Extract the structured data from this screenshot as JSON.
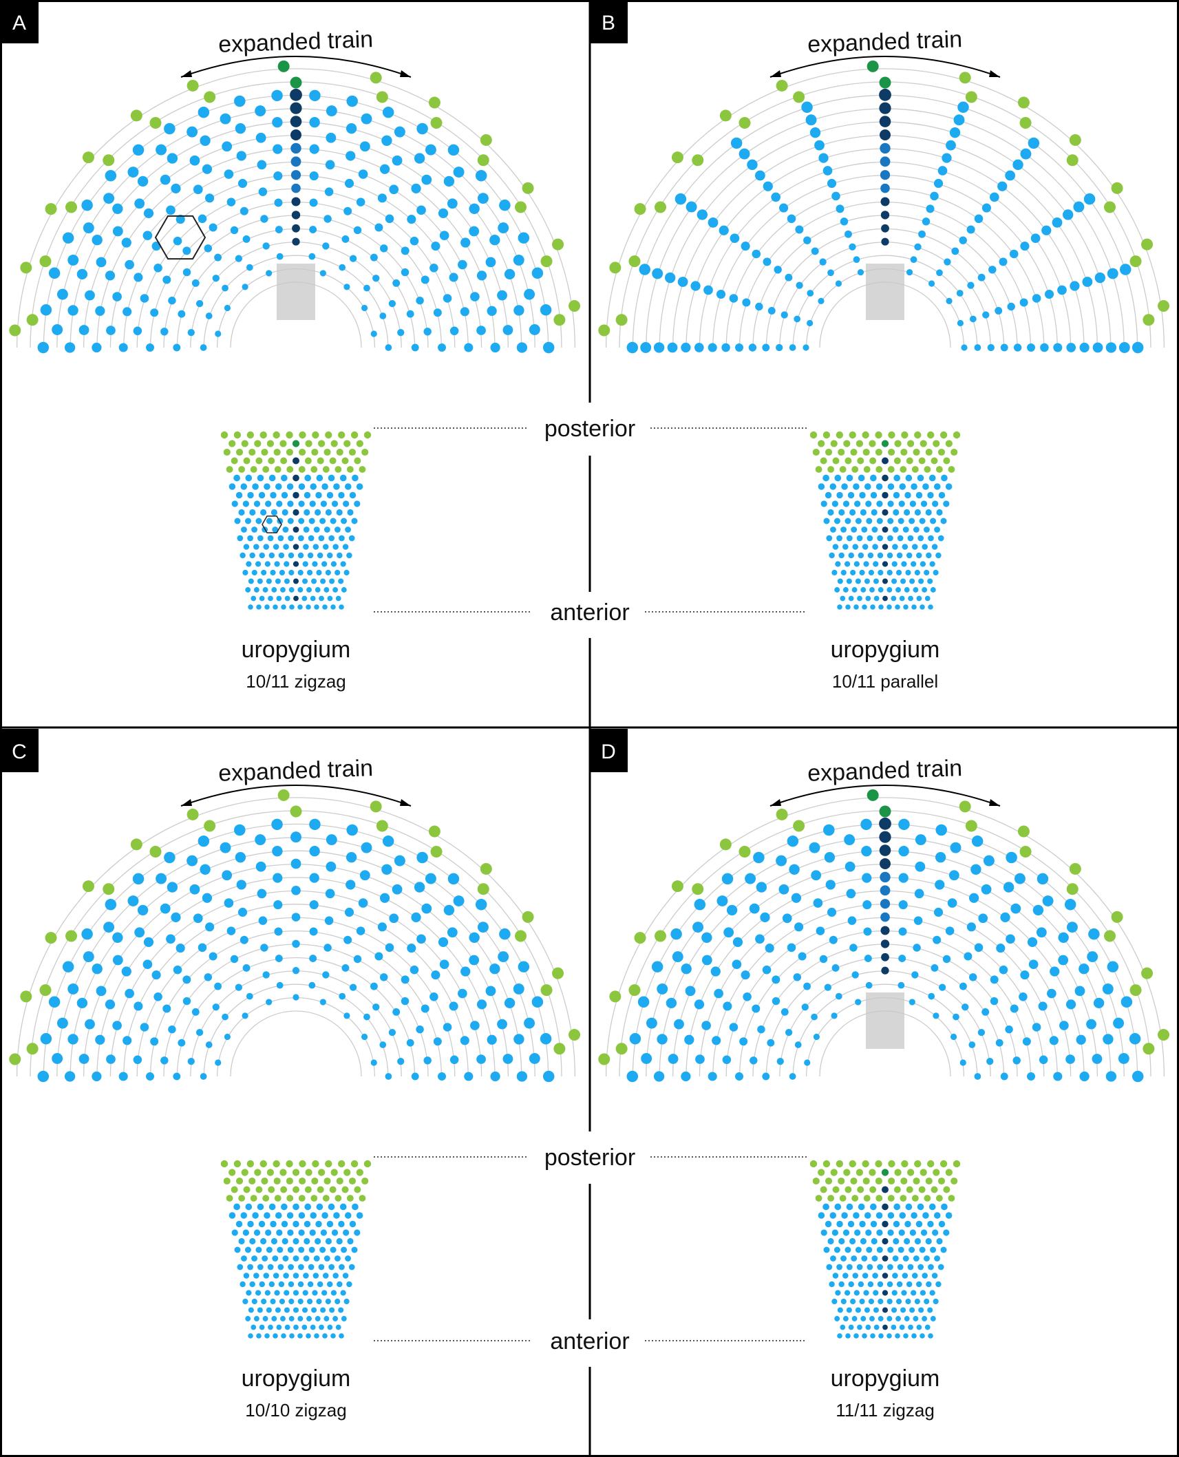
{
  "figure": {
    "panels": [
      {
        "letter": "A",
        "train_label": "expanded train",
        "caption": "uropygium",
        "pattern": "10/11 zigzag",
        "layout": "zigzag",
        "mid_col": true,
        "hex": true,
        "shade": true
      },
      {
        "letter": "B",
        "train_label": "expanded train",
        "caption": "uropygium",
        "pattern": "10/11 parallel",
        "layout": "parallel",
        "mid_col": true,
        "hex": false,
        "shade": true
      },
      {
        "letter": "C",
        "train_label": "expanded train",
        "caption": "uropygium",
        "pattern": "10/10 zigzag",
        "layout": "zigzag",
        "mid_col": false,
        "hex": false,
        "shade": false
      },
      {
        "letter": "D",
        "train_label": "expanded train",
        "caption": "uropygium",
        "pattern": "11/11 zigzag",
        "layout": "zigzag",
        "mid_col": true,
        "hex": false,
        "shade": true
      }
    ],
    "posterior_label": "posterior",
    "anterior_label": "anterior",
    "colors": {
      "light_green": "#8cc63f",
      "dark_green": "#1b9447",
      "light_blue": "#1eaaf1",
      "mid_blue": "#1976c0",
      "dark_blue": "#0d3b66",
      "arc": "#cccccc",
      "shade": "#c8c8c8",
      "border": "#000000"
    }
  }
}
